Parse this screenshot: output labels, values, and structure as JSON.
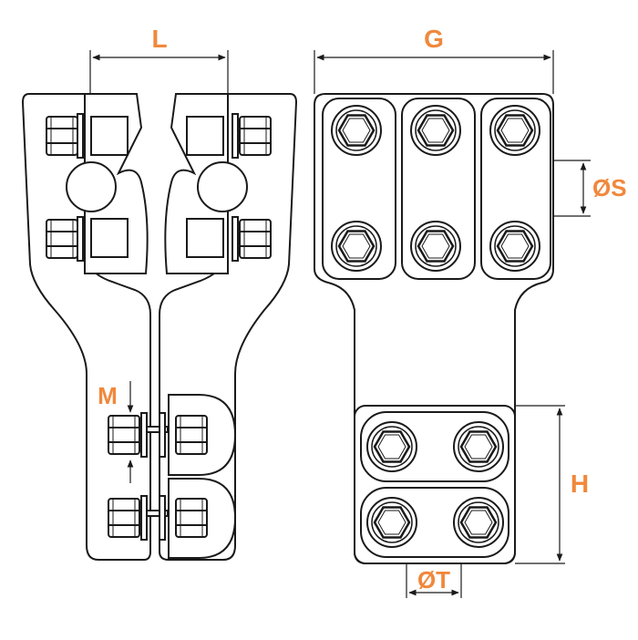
{
  "colors": {
    "line": "#1a1a1a",
    "label": "#f0883c",
    "face": "#ffffff",
    "shade": "#e6e6e6"
  },
  "labels": {
    "L": "L",
    "G": "G",
    "S": "ØS",
    "M": "M",
    "H": "H",
    "T": "ØT"
  }
}
